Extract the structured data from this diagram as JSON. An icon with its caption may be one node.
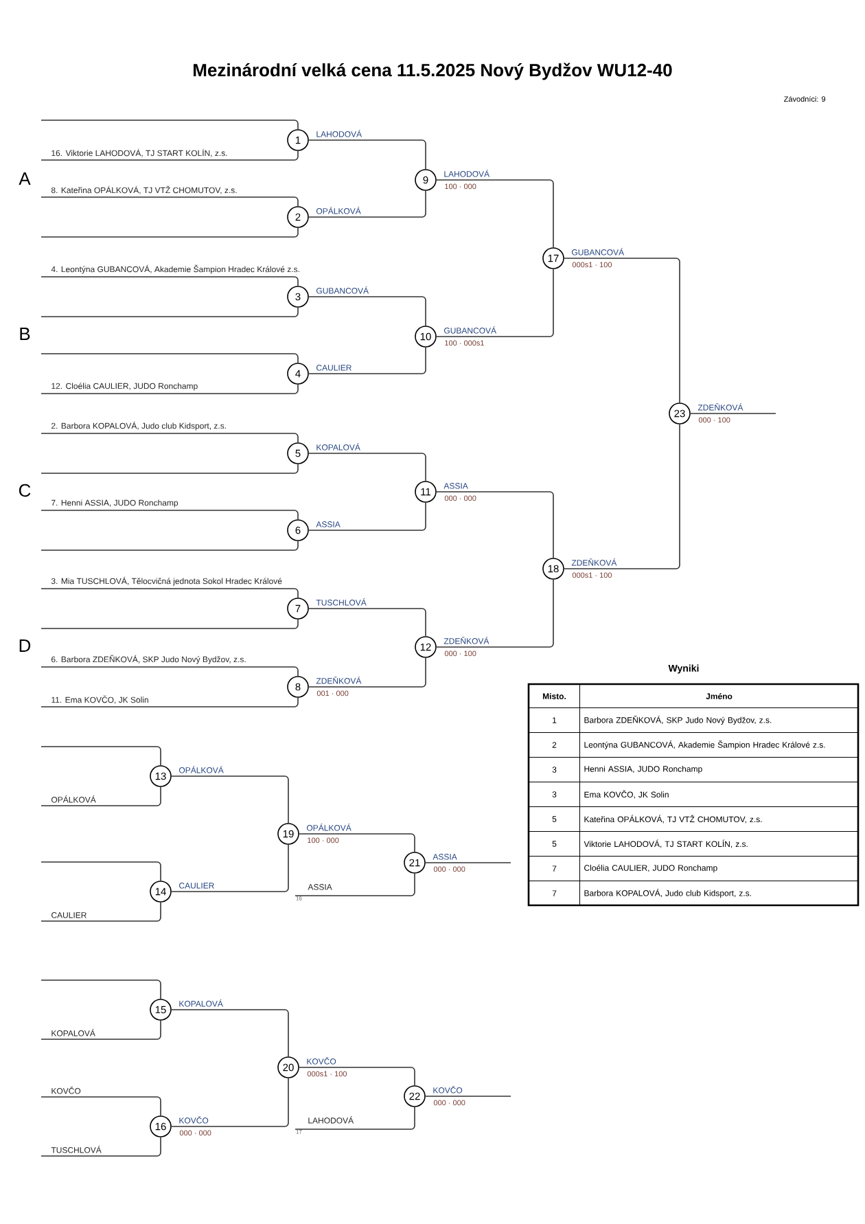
{
  "diagram": {
    "title": "Mezinárodní velká cena 11.5.2025 Nový Bydžov WU12-40",
    "nodes": [
      {
        "text": [
          "1"
        ]
      },
      {
        "text": [
          "2"
        ]
      },
      {
        "text": [
          "3"
        ]
      },
      {
        "text": [
          "4"
        ]
      },
      {
        "text": [
          "5"
        ]
      },
      {
        "text": [
          "6"
        ]
      },
      {
        "text": [
          "7"
        ]
      },
      {
        "text": [
          "8"
        ],
        "beside": [
          "001 · 000"
        ]
      },
      {
        "text": [
          "9"
        ],
        "beside": [
          "100 · 000"
        ]
      },
      {
        "text": [
          "10"
        ],
        "beside": [
          "100 · 000s1"
        ]
      },
      {
        "text": [
          "11"
        ],
        "beside": [
          "000 · 000"
        ]
      },
      {
        "text": [
          "12"
        ],
        "beside": [
          "000 · 100"
        ]
      },
      {
        "text": [
          "13"
        ]
      },
      {
        "text": [
          "14"
        ]
      },
      {
        "text": [
          "15"
        ]
      },
      {
        "text": [
          "16"
        ],
        "beside": [
          "000 · 000"
        ]
      },
      {
        "text": [
          "17"
        ],
        "beside": [
          "000s1 · 100"
        ]
      },
      {
        "text": [
          "18"
        ],
        "beside": [
          "000s1 · 100"
        ]
      },
      {
        "text": [
          "19"
        ],
        "beside": [
          "100 · 000"
        ]
      },
      {
        "text": [
          "20"
        ],
        "beside": [
          "000s1 · 100"
        ]
      },
      {
        "text": [
          "21"
        ],
        "beside": [
          "000 · 000"
        ]
      },
      {
        "text": [
          "22"
        ],
        "beside": [
          "000 · 000"
        ]
      },
      {
        "text": [
          "23"
        ],
        "beside": [
          "000 · 100"
        ]
      },
      {
        "text": [
          "16"
        ]
      },
      {
        "text": [
          "17"
        ]
      }
    ],
    "edges": [
      {
        "from": null,
        "to": 0,
        "arrow": "none"
      },
      {
        "from": null,
        "to": 0,
        "arrow": "none",
        "label": "16. Viktorie LAHODOVÁ, TJ START KOLÍN, z.s."
      },
      {
        "from": null,
        "to": 1,
        "arrow": "none",
        "label": "8. Kateřina OPÁLKOVÁ, TJ VTŽ CHOMUTOV, z.s."
      },
      {
        "from": null,
        "to": 1,
        "arrow": "none"
      },
      {
        "from": null,
        "to": 2,
        "arrow": "none",
        "label": "4. Leontýna GUBANCOVÁ, Akademie Šampion Hradec Králové z.s."
      },
      {
        "from": null,
        "to": 2,
        "arrow": "none"
      },
      {
        "from": null,
        "to": 3,
        "arrow": "none"
      },
      {
        "from": null,
        "to": 3,
        "arrow": "none",
        "label": "12. Cloélia CAULIER, JUDO Ronchamp"
      },
      {
        "from": null,
        "to": 4,
        "arrow": "none",
        "label": "2. Barbora KOPALOVÁ, Judo club Kidsport, z.s."
      },
      {
        "from": null,
        "to": 4,
        "arrow": "none"
      },
      {
        "from": null,
        "to": 5,
        "arrow": "none",
        "label": "7. Henni ASSIA, JUDO Ronchamp"
      },
      {
        "from": null,
        "to": 5,
        "arrow": "none"
      },
      {
        "from": null,
        "to": 6,
        "arrow": "none",
        "label": "3. Mia TUSCHLOVÁ, Tělocvičná jednota Sokol Hradec Králové"
      },
      {
        "from": null,
        "to": 6,
        "arrow": "none"
      },
      {
        "from": null,
        "to": 7,
        "arrow": "none",
        "label": "6. Barbora ZDEŇKOVÁ, SKP Judo Nový Bydžov, z.s."
      },
      {
        "from": null,
        "to": 7,
        "arrow": "none",
        "label": "11. Ema KOVČO, JK Solin"
      },
      {
        "from": 0,
        "to": 8,
        "arrow": "none",
        "label": "LAHODOVÁ"
      },
      {
        "from": 1,
        "to": 8,
        "arrow": "none",
        "label": "OPÁLKOVÁ"
      },
      {
        "from": 2,
        "to": 9,
        "arrow": "none",
        "label": "GUBANCOVÁ"
      },
      {
        "from": 3,
        "to": 9,
        "arrow": "none",
        "label": "CAULIER"
      },
      {
        "from": 4,
        "to": 10,
        "arrow": "none",
        "label": "KOPALOVÁ"
      },
      {
        "from": 5,
        "to": 10,
        "arrow": "none",
        "label": "ASSIA"
      },
      {
        "from": 6,
        "to": 11,
        "arrow": "none",
        "label": "TUSCHLOVÁ"
      },
      {
        "from": 7,
        "to": 11,
        "arrow": "none",
        "label": "ZDEŇKOVÁ"
      },
      {
        "from": 8,
        "to": 16,
        "arrow": "none",
        "label": "LAHODOVÁ"
      },
      {
        "from": 9,
        "to": 16,
        "arrow": "none",
        "label": "GUBANCOVÁ"
      },
      {
        "from": 10,
        "to": 17,
        "arrow": "none",
        "label": "ASSIA"
      },
      {
        "from": 11,
        "to": 17,
        "arrow": "none",
        "label": "ZDEŇKOVÁ"
      },
      {
        "from": 16,
        "to": 22,
        "arrow": "none",
        "label": "GUBANCOVÁ"
      },
      {
        "from": 17,
        "to": 22,
        "arrow": "none",
        "label": "ZDEŇKOVÁ"
      },
      {
        "from": 22,
        "to": null,
        "arrow": "none",
        "label": "ZDEŇKOVÁ"
      },
      {
        "from": null,
        "to": 12,
        "arrow": "none"
      },
      {
        "from": null,
        "to": 12,
        "arrow": "none",
        "label": "OPÁLKOVÁ"
      },
      {
        "from": null,
        "to": 13,
        "arrow": "none"
      },
      {
        "from": null,
        "to": 13,
        "arrow": "none",
        "label": "CAULIER"
      },
      {
        "from": 12,
        "to": 18,
        "arrow": "none",
        "label": "OPÁLKOVÁ"
      },
      {
        "from": 13,
        "to": 18,
        "arrow": "none",
        "label": "CAULIER"
      },
      {
        "from": 18,
        "to": 20,
        "arrow": "none",
        "label": "OPÁLKOVÁ"
      },
      {
        "from": 23,
        "to": 20,
        "arrow": "none",
        "label": "ASSIA"
      },
      {
        "from": 20,
        "to": null,
        "arrow": "none",
        "label": "ASSIA"
      },
      {
        "from": null,
        "to": 14,
        "arrow": "none"
      },
      {
        "from": null,
        "to": 14,
        "arrow": "none",
        "label": "KOPALOVÁ"
      },
      {
        "from": null,
        "to": 15,
        "arrow": "none",
        "label": "KOVČO"
      },
      {
        "from": null,
        "to": 15,
        "arrow": "none",
        "label": "TUSCHLOVÁ"
      },
      {
        "from": 14,
        "to": 19,
        "arrow": "none",
        "label": "KOPALOVÁ"
      },
      {
        "from": 15,
        "to": 19,
        "arrow": "none",
        "label": "KOVČO"
      },
      {
        "from": 19,
        "to": 21,
        "arrow": "none",
        "label": "KOVČO"
      },
      {
        "from": 24,
        "to": 21,
        "arrow": "none",
        "label": "LAHODOVÁ"
      },
      {
        "from": 21,
        "to": null,
        "arrow": "none",
        "label": "KOVČO"
      }
    ],
    "labels": [
      "Závodníci: 9",
      "A",
      "B",
      "C",
      "D",
      "Wyniki",
      "Misto.",
      "Jméno",
      "1",
      "Barbora ZDEŇKOVÁ, SKP Judo Nový Bydžov, z.s.",
      "2",
      "Leontýna GUBANCOVÁ, Akademie Šampion Hradec Králové z.s.",
      "3",
      "Henni ASSIA, JUDO Ronchamp",
      "3",
      "Ema KOVČO, JK Solin",
      "5",
      "Kateřina OPÁLKOVÁ, TJ VTŽ CHOMUTOV, z.s.",
      "5",
      "Viktorie LAHODOVÁ, TJ START KOLÍN, z.s.",
      "7",
      "Cloélia CAULIER, JUDO Ronchamp",
      "7",
      "Barbora KOPALOVÁ, Judo club Kidsport, z.s."
    ]
  }
}
